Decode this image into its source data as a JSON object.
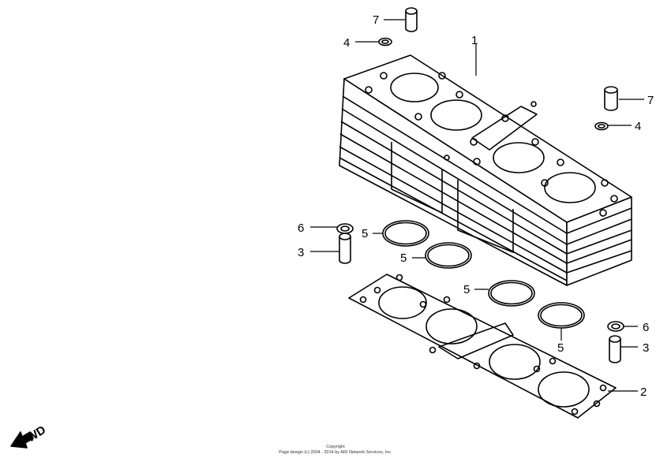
{
  "callouts": {
    "c1": "1",
    "c2": "2",
    "c3a": "3",
    "c3b": "3",
    "c4a": "4",
    "c4b": "4",
    "c5a": "5",
    "c5b": "5",
    "c5c": "5",
    "c5d": "5",
    "c6a": "6",
    "c6b": "6",
    "c7a": "7",
    "c7b": "7"
  },
  "fwd_label": "FWD",
  "copyright": {
    "line1": "Copyright",
    "line2": "Page design (c) 2004 - 2014 by ARI Network Services, Inc."
  },
  "colors": {
    "ink": "#000000",
    "background": "#ffffff"
  }
}
